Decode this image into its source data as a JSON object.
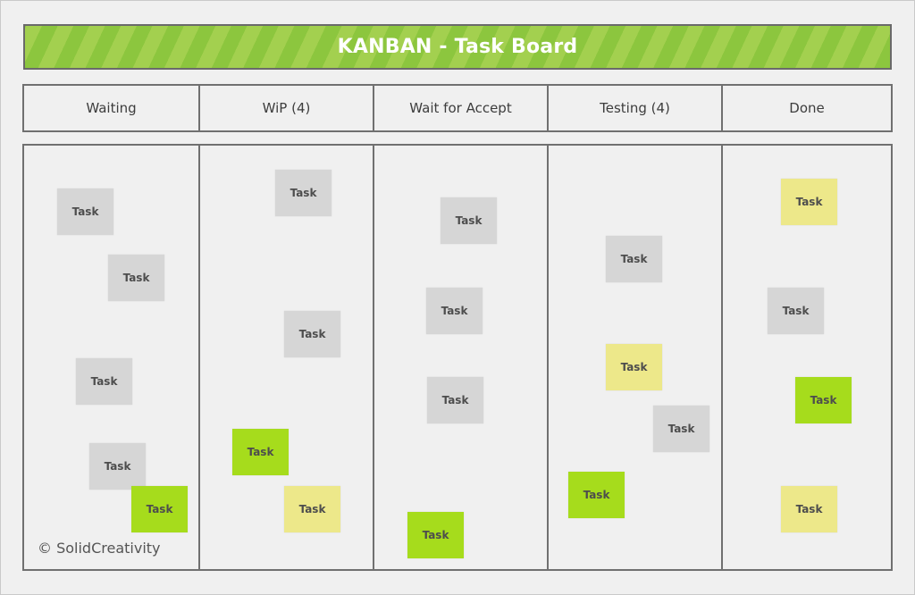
{
  "board": {
    "title": "KANBAN - Task Board",
    "copyright": "© SolidCreativity",
    "colors": {
      "accent_green": "#8cc63e",
      "card_gray": "#d6d6d6",
      "card_yellow": "#ede88a",
      "card_green": "#a6dc1c"
    },
    "columns": [
      {
        "label": "Waiting",
        "cards": [
          {
            "text": "Task",
            "color": "gray"
          },
          {
            "text": "Task",
            "color": "gray"
          },
          {
            "text": "Task",
            "color": "gray"
          },
          {
            "text": "Task",
            "color": "gray"
          },
          {
            "text": "Task",
            "color": "green"
          }
        ]
      },
      {
        "label": "WiP (4)",
        "cards": [
          {
            "text": "Task",
            "color": "gray"
          },
          {
            "text": "Task",
            "color": "gray"
          },
          {
            "text": "Task",
            "color": "green"
          },
          {
            "text": "Task",
            "color": "yellow"
          }
        ]
      },
      {
        "label": "Wait for Accept",
        "cards": [
          {
            "text": "Task",
            "color": "gray"
          },
          {
            "text": "Task",
            "color": "gray"
          },
          {
            "text": "Task",
            "color": "gray"
          },
          {
            "text": "Task",
            "color": "green"
          }
        ]
      },
      {
        "label": "Testing (4)",
        "cards": [
          {
            "text": "Task",
            "color": "gray"
          },
          {
            "text": "Task",
            "color": "yellow"
          },
          {
            "text": "Task",
            "color": "gray"
          },
          {
            "text": "Task",
            "color": "green"
          }
        ]
      },
      {
        "label": "Done",
        "cards": [
          {
            "text": "Task",
            "color": "yellow"
          },
          {
            "text": "Task",
            "color": "gray"
          },
          {
            "text": "Task",
            "color": "green"
          },
          {
            "text": "Task",
            "color": "yellow"
          }
        ]
      }
    ]
  }
}
